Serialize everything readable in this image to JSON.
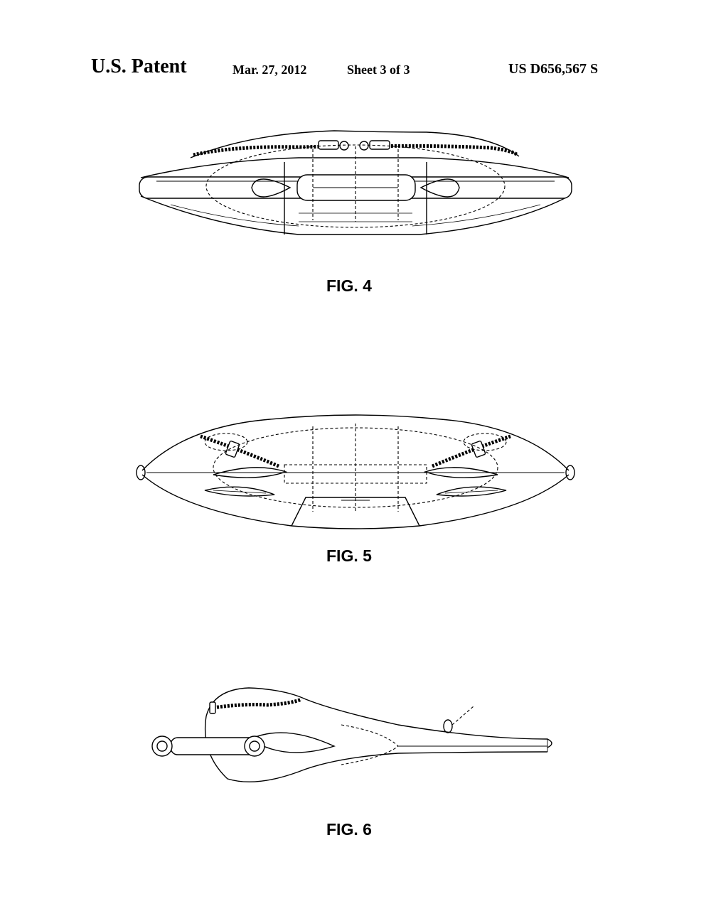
{
  "header": {
    "title": "U.S. Patent",
    "date": "Mar. 27, 2012",
    "sheet": "Sheet 3 of 3",
    "patent_number": "US D656,567 S"
  },
  "figures": [
    {
      "caption": "FIG. 4"
    },
    {
      "caption": "FIG. 5"
    },
    {
      "caption": "FIG. 6"
    }
  ]
}
